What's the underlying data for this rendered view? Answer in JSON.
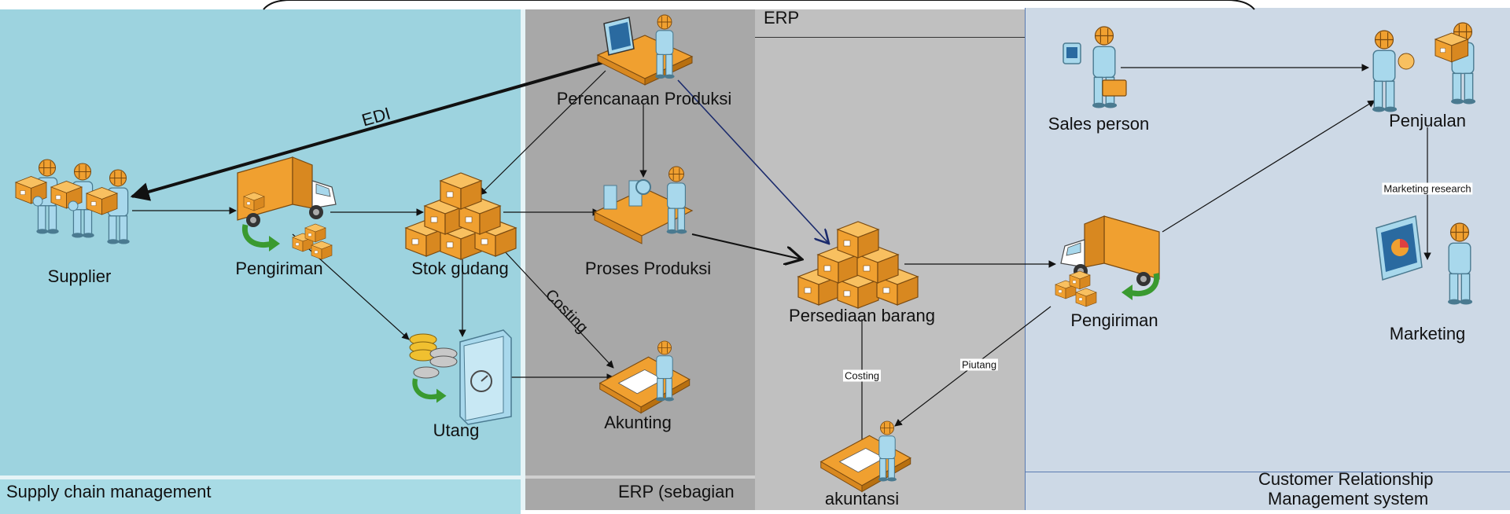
{
  "zones": {
    "scm": "Supply chain management",
    "erp_partial": "ERP (sebagian",
    "erp": "ERP",
    "crm_line1": "Customer Relationship",
    "crm_line2": "Management system"
  },
  "nodes": {
    "supplier": "Supplier",
    "pengiriman_in": "Pengiriman",
    "stok_gudang": "Stok gudang",
    "utang": "Utang",
    "perencanaan": "Perencanaan Produksi",
    "proses": "Proses Produksi",
    "akunting": "Akunting",
    "persediaan": "Persediaan barang",
    "akuntansi": "akuntansi",
    "sales": "Sales person",
    "penjualan": "Penjualan",
    "pengiriman_out": "Pengiriman",
    "marketing": "Marketing"
  },
  "edge_labels": {
    "edi": "EDI",
    "costing_1": "Costing",
    "costing_2": "Costing",
    "piutang": "Piutang",
    "marketing_research": "Marketing research"
  },
  "colors": {
    "scm_bg": "#9dd3df",
    "erp_partial_bg": "#a8a8a8",
    "erp_bg": "#c0c0c0",
    "crm_bg": "#cdd9e6",
    "box_orange": "#f0a030",
    "person_blue": "#a8d8ec",
    "arrow_navy": "#1a2a6c"
  },
  "icons": {
    "supplier": "supplier-group-icon",
    "truck": "delivery-truck-icon",
    "boxes": "stacked-boxes-icon",
    "safe": "safe-with-coins-icon",
    "planner": "person-at-computer-icon",
    "production": "production-line-icon",
    "accountant": "person-at-desk-icon",
    "sales": "sales-person-icon",
    "seller": "person-selling-icon",
    "presenter": "person-presenting-chart-icon"
  }
}
